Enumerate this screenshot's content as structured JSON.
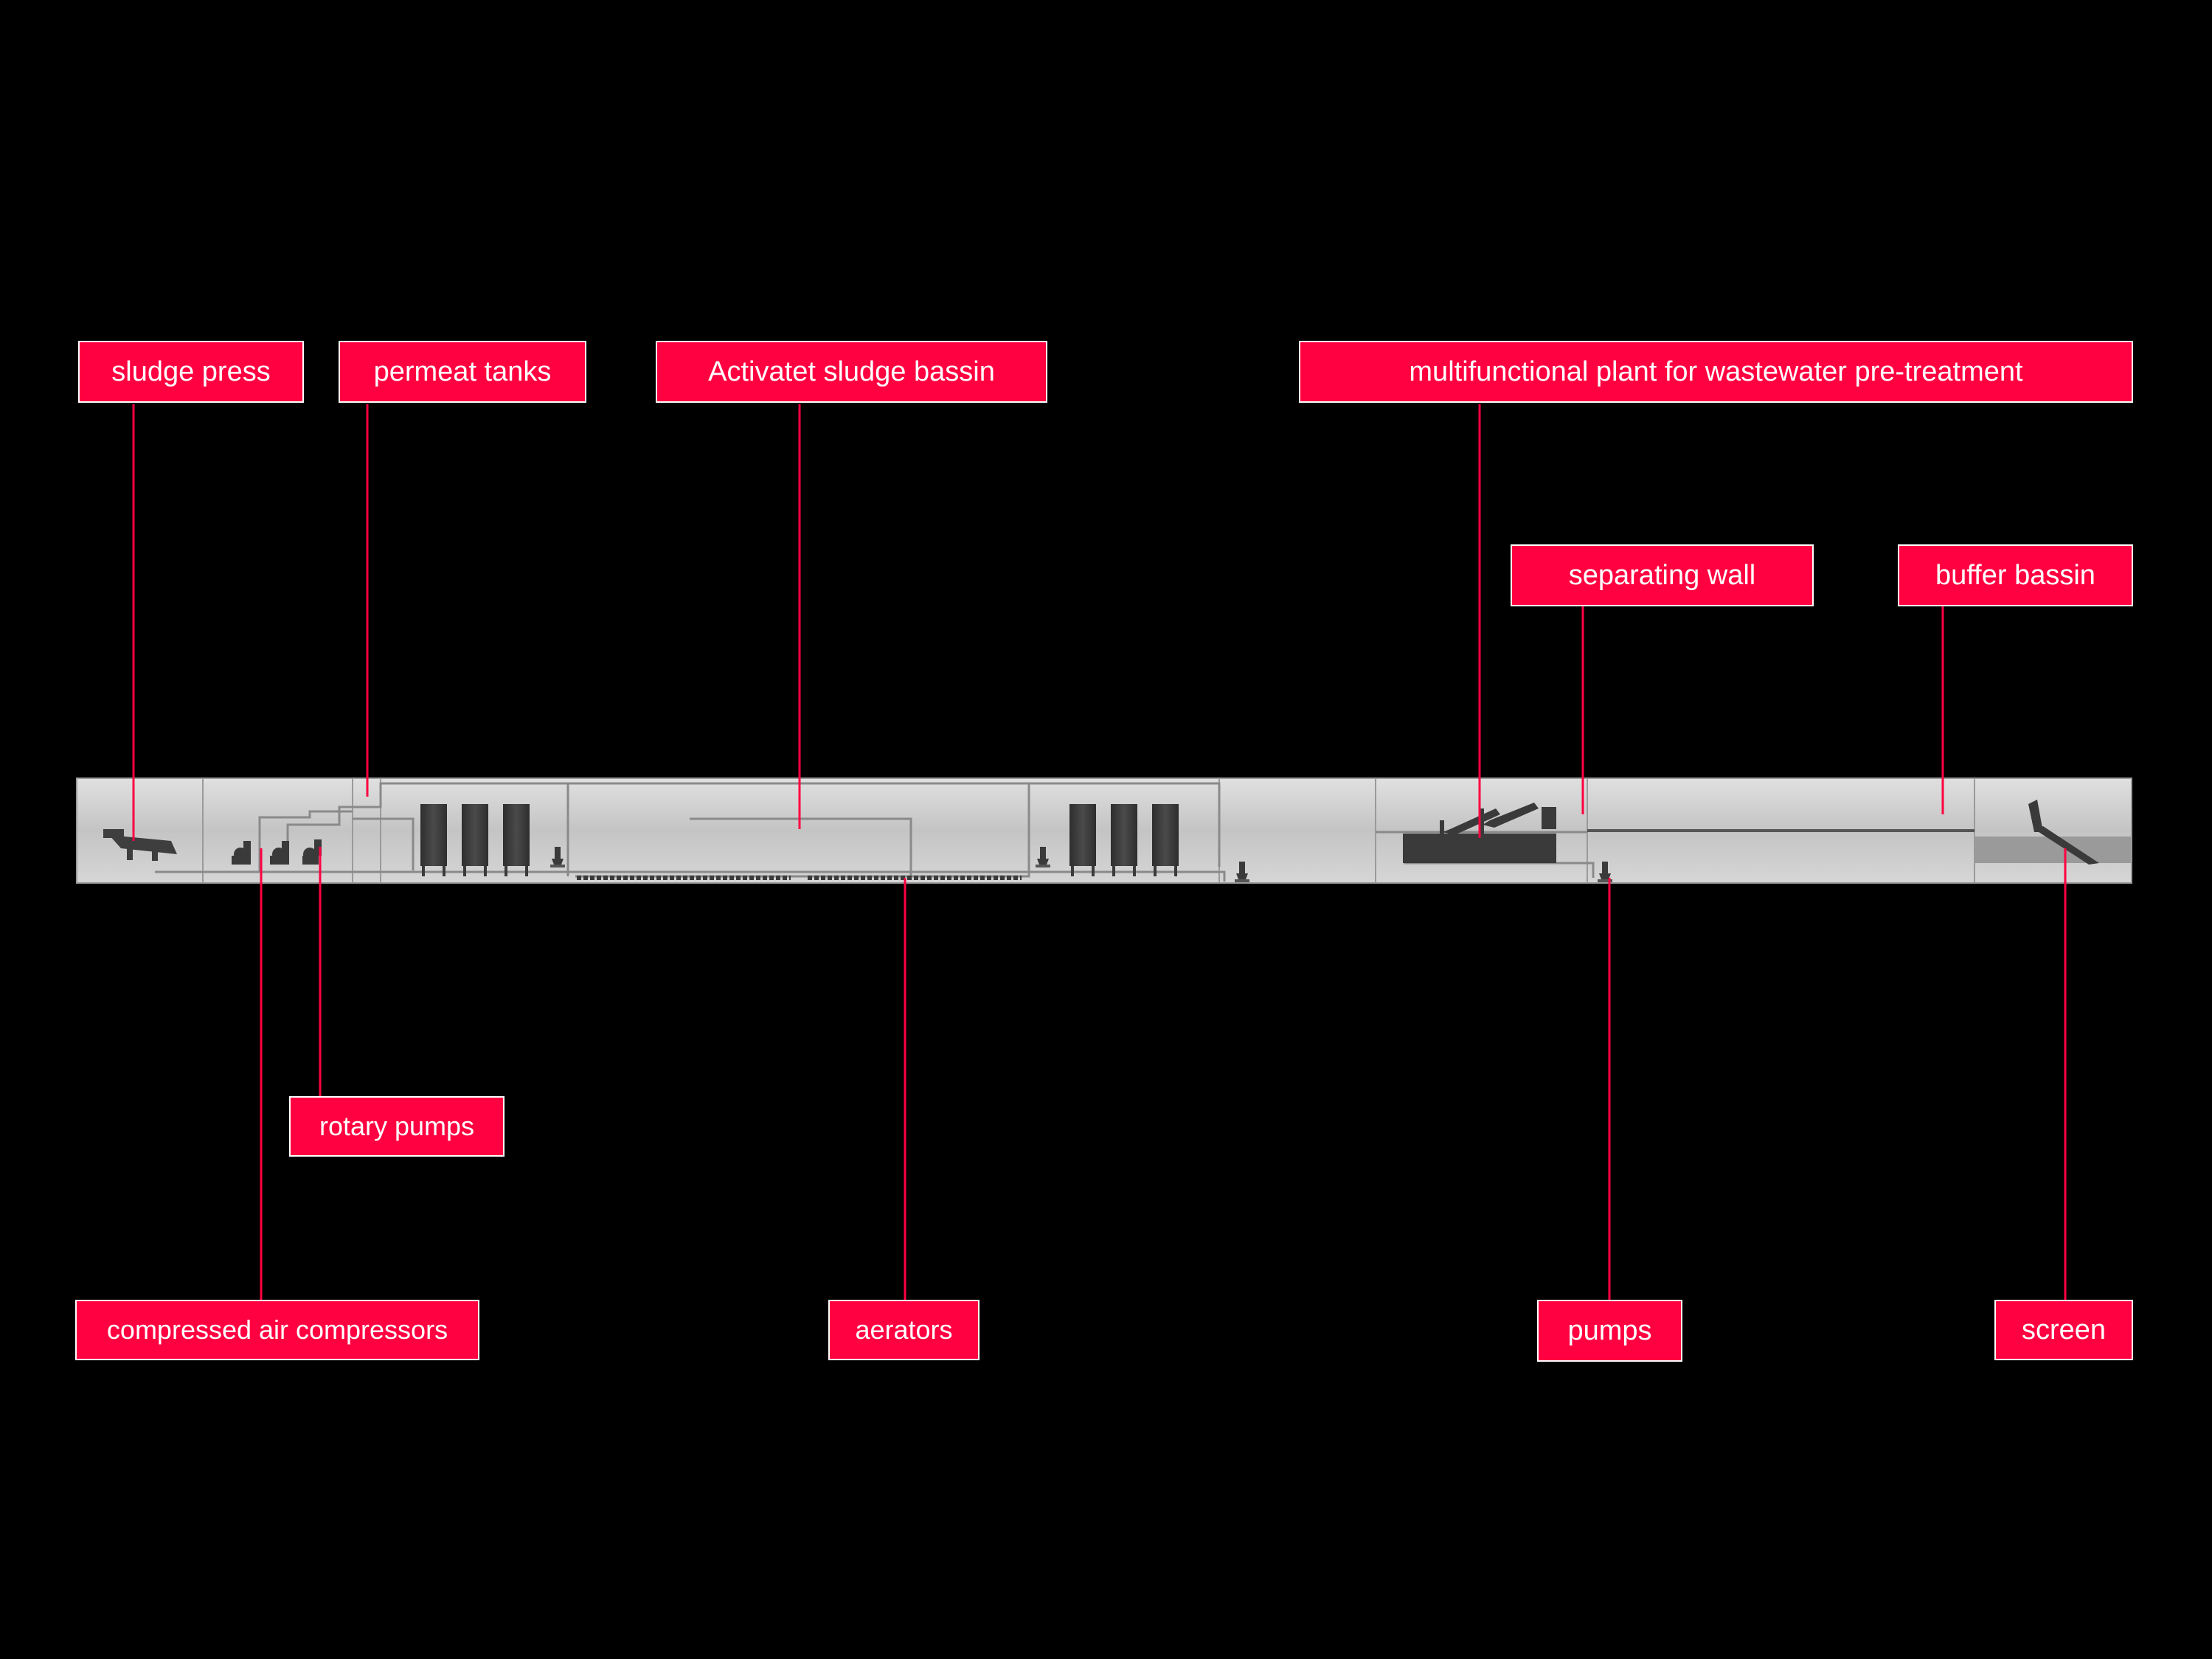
{
  "colors": {
    "background": "#000000",
    "label_fill": "#ff0040",
    "label_border": "#ffffff",
    "leader_line": "#ff0040",
    "plant_band": "#c8c8c8",
    "equipment": "#3c3c3c"
  },
  "labels": {
    "sludge_press": "sludge press",
    "permeat_tanks": "permeat tanks",
    "activated_sludge_bassin": "Activatet sludge bassin",
    "multifunctional_plant": "multifunctional plant for wastewater pre-treatment",
    "separating_wall": "separating wall",
    "buffer_bassin": "buffer bassin",
    "rotary_pumps": "rotary pumps",
    "compressed_air_compressors": "compressed air compressors",
    "aerators": "aerators",
    "pumps": "pumps",
    "screen": "screen"
  },
  "icons": [
    "sludge-press-icon",
    "tank-icon",
    "submersible-pump-icon",
    "screen-icon",
    "aerator-icon",
    "compressor-icon"
  ]
}
